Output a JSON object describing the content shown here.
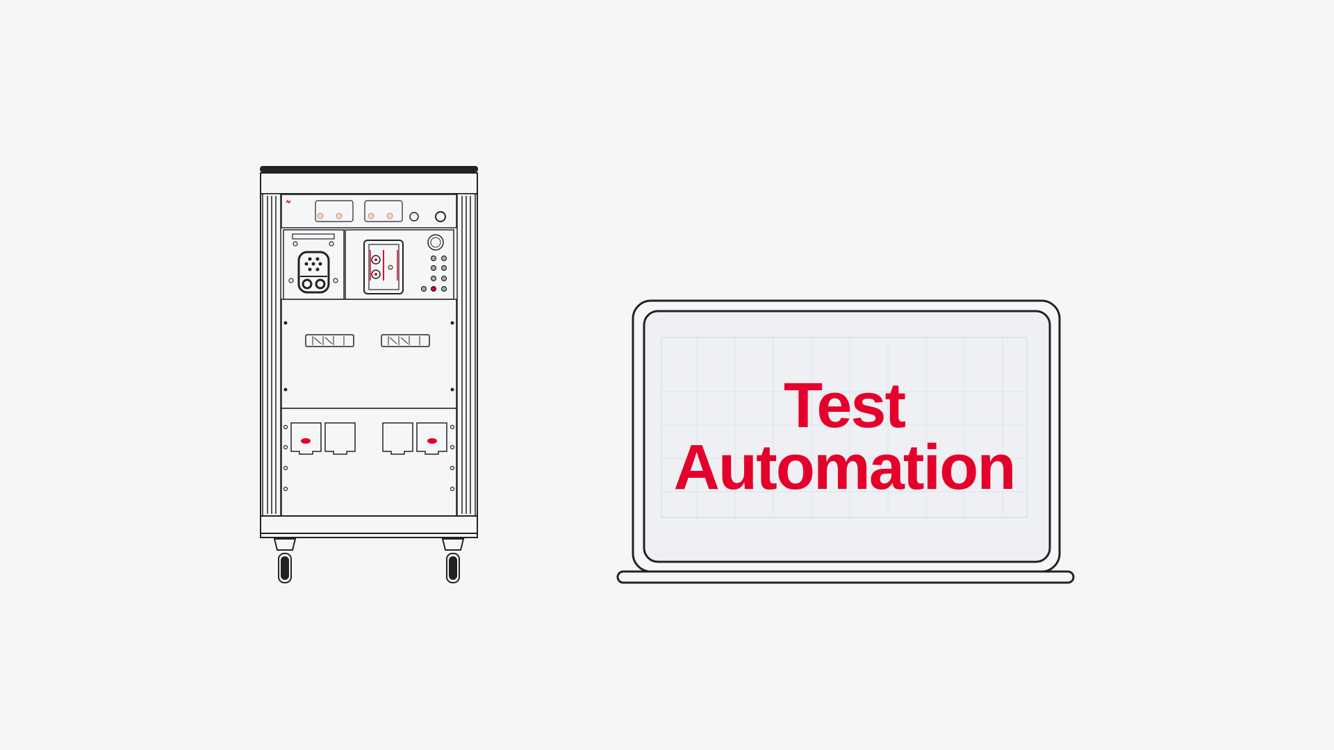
{
  "screen": {
    "line1": "Test",
    "line2": "Automation"
  },
  "colors": {
    "accent": "#e4002b",
    "background": "#f5f6f8",
    "outline": "#222222",
    "screen_fill": "#eef0f3"
  },
  "icons": [
    "test-cabinet-illustration",
    "laptop-illustration"
  ]
}
